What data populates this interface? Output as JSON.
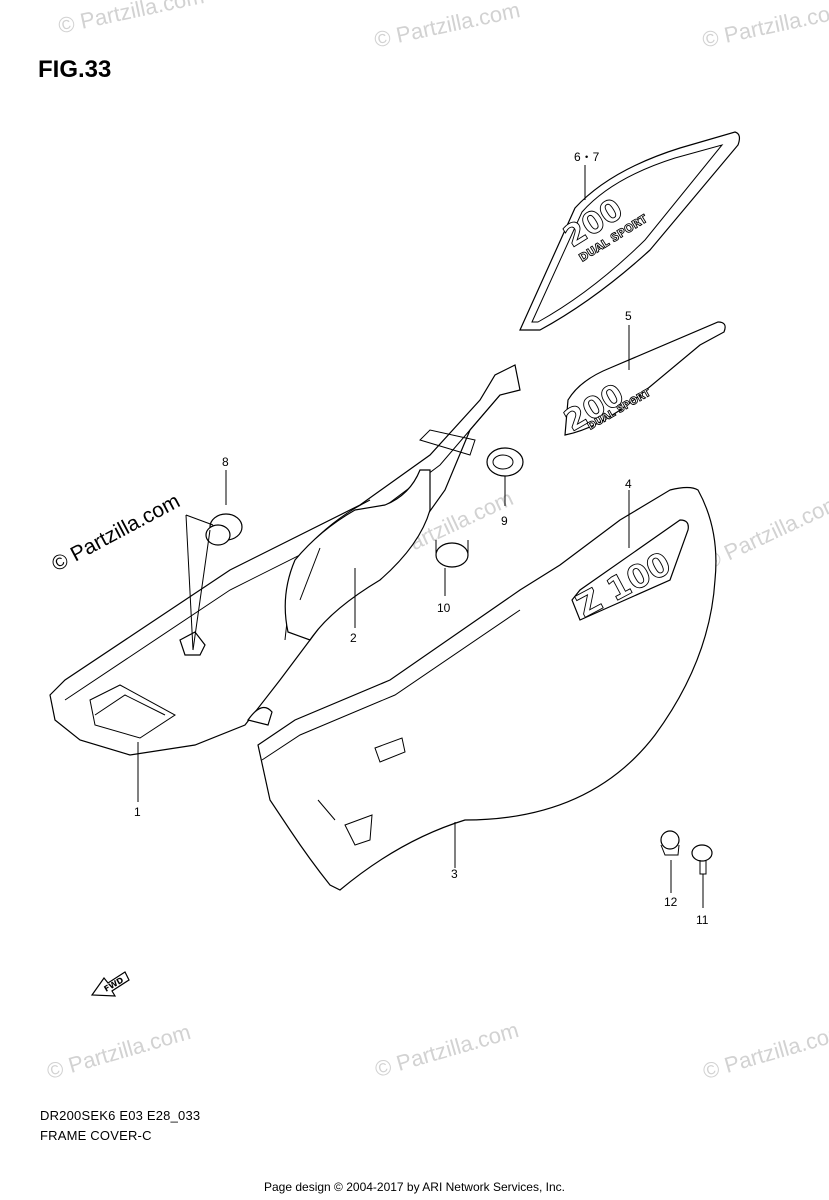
{
  "figure": {
    "title": "FIG.33",
    "code": "DR200SEK6 E03 E28_033",
    "name": "FRAME COVER-C"
  },
  "footer": "Page design © 2004-2017 by ARI Network Services, Inc.",
  "watermark": {
    "text": "© Partzilla.com",
    "main_text": "© Partzilla.com"
  },
  "callouts": [
    {
      "id": "1",
      "label": "1"
    },
    {
      "id": "2",
      "label": "2"
    },
    {
      "id": "3",
      "label": "3"
    },
    {
      "id": "4",
      "label": "4"
    },
    {
      "id": "5",
      "label": "5"
    },
    {
      "id": "6-7",
      "label": "6・7"
    },
    {
      "id": "8",
      "label": "8"
    },
    {
      "id": "9",
      "label": "9"
    },
    {
      "id": "10",
      "label": "10"
    },
    {
      "id": "11",
      "label": "11"
    },
    {
      "id": "12",
      "label": "12"
    }
  ],
  "decals": {
    "model": "Z 100",
    "model_big": "200",
    "subtitle": "DUAL SPORT",
    "fwd": "FWD"
  }
}
